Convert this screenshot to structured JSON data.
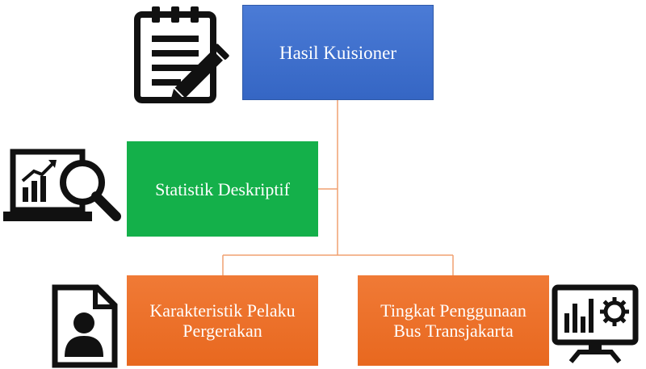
{
  "nodes": {
    "top": "Hasil Kuisioner",
    "middle": "Statistik Deskriptif",
    "left_line1": "Karakteristik Pelaku",
    "left_line2": "Pergerakan",
    "right_line1": "Tingkat Penggunaan",
    "right_line2": "Bus Transjakarta"
  },
  "colors": {
    "top_box": "#3d6fcc",
    "middle_box": "#14b04a",
    "bottom_boxes": "#ec7029",
    "connector": "#f0a070",
    "icons": "#111111"
  },
  "icons": [
    "clipboard-pencil-icon",
    "laptop-analytics-icon",
    "user-document-icon",
    "monitor-chart-settings-icon"
  ]
}
